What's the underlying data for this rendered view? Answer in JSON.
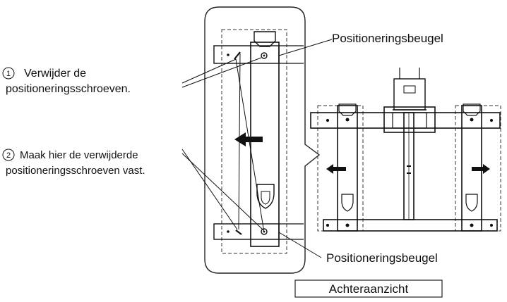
{
  "labels": {
    "bracket_top": "Positioneringsbeugel",
    "bracket_bottom": "Positioneringsbeugel",
    "step1_number": "1",
    "step1_line1": "Verwijder de",
    "step1_line2": "positioneringsschroeven.",
    "step2_number": "2",
    "step2_line1": "Maak hier de verwijderde",
    "step2_line2": "positioneringsschroeven vast.",
    "view_caption": "Achteraanzicht"
  },
  "colors": {
    "line": "#111111",
    "callout_box": "#333333",
    "arrow": "#111111"
  },
  "icons": {
    "move_arrow": "left-arrow-icon",
    "expand_left": "left-arrow-icon",
    "expand_right": "right-arrow-icon"
  }
}
